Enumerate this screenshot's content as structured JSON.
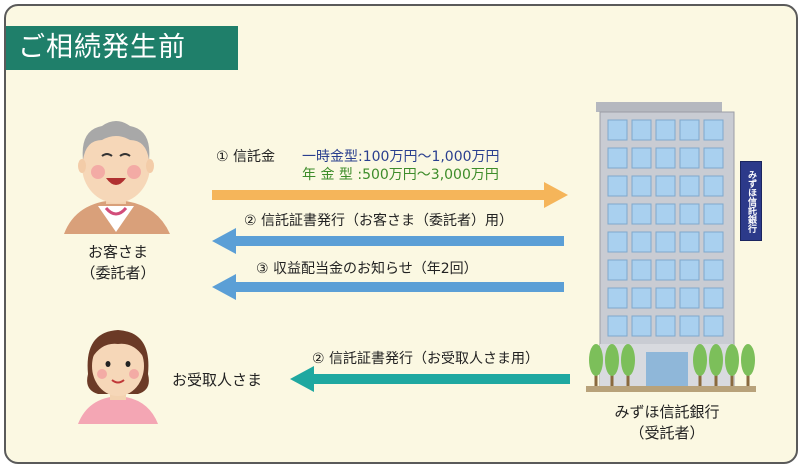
{
  "title": "ご相続発生前",
  "customer": {
    "line1": "お客さま",
    "line2": "（委託者）"
  },
  "recipient": {
    "label": "お受取人さま"
  },
  "bank": {
    "name": "みずほ信託銀行",
    "role": "（受託者）",
    "sign": "みずほ信託銀行"
  },
  "arrows": {
    "trust": {
      "label": "① 信託金",
      "lump": "一時金型:100万円～1,000万円",
      "annuity": "年 金 型 :500万円～3,000万円"
    },
    "cert_customer": {
      "label": "② 信託証書発行（お客さま（委託者）用）"
    },
    "notice": {
      "label": "③ 収益配当金のお知らせ（年2回）"
    },
    "cert_recipient": {
      "label": "② 信託証書発行（お受取人さま用）"
    }
  },
  "colors": {
    "title_bg": "#1f7f6a",
    "panel_bg": "#fbf8e2",
    "arrow_orange": "#f5b55a",
    "arrow_blue": "#5b9fd6",
    "arrow_teal": "#1fa8a0",
    "lump_text": "#2a3f8f",
    "annuity_text": "#3d8c2a"
  },
  "icons": [
    "elderly-man-icon",
    "woman-icon",
    "bank-building-icon"
  ]
}
